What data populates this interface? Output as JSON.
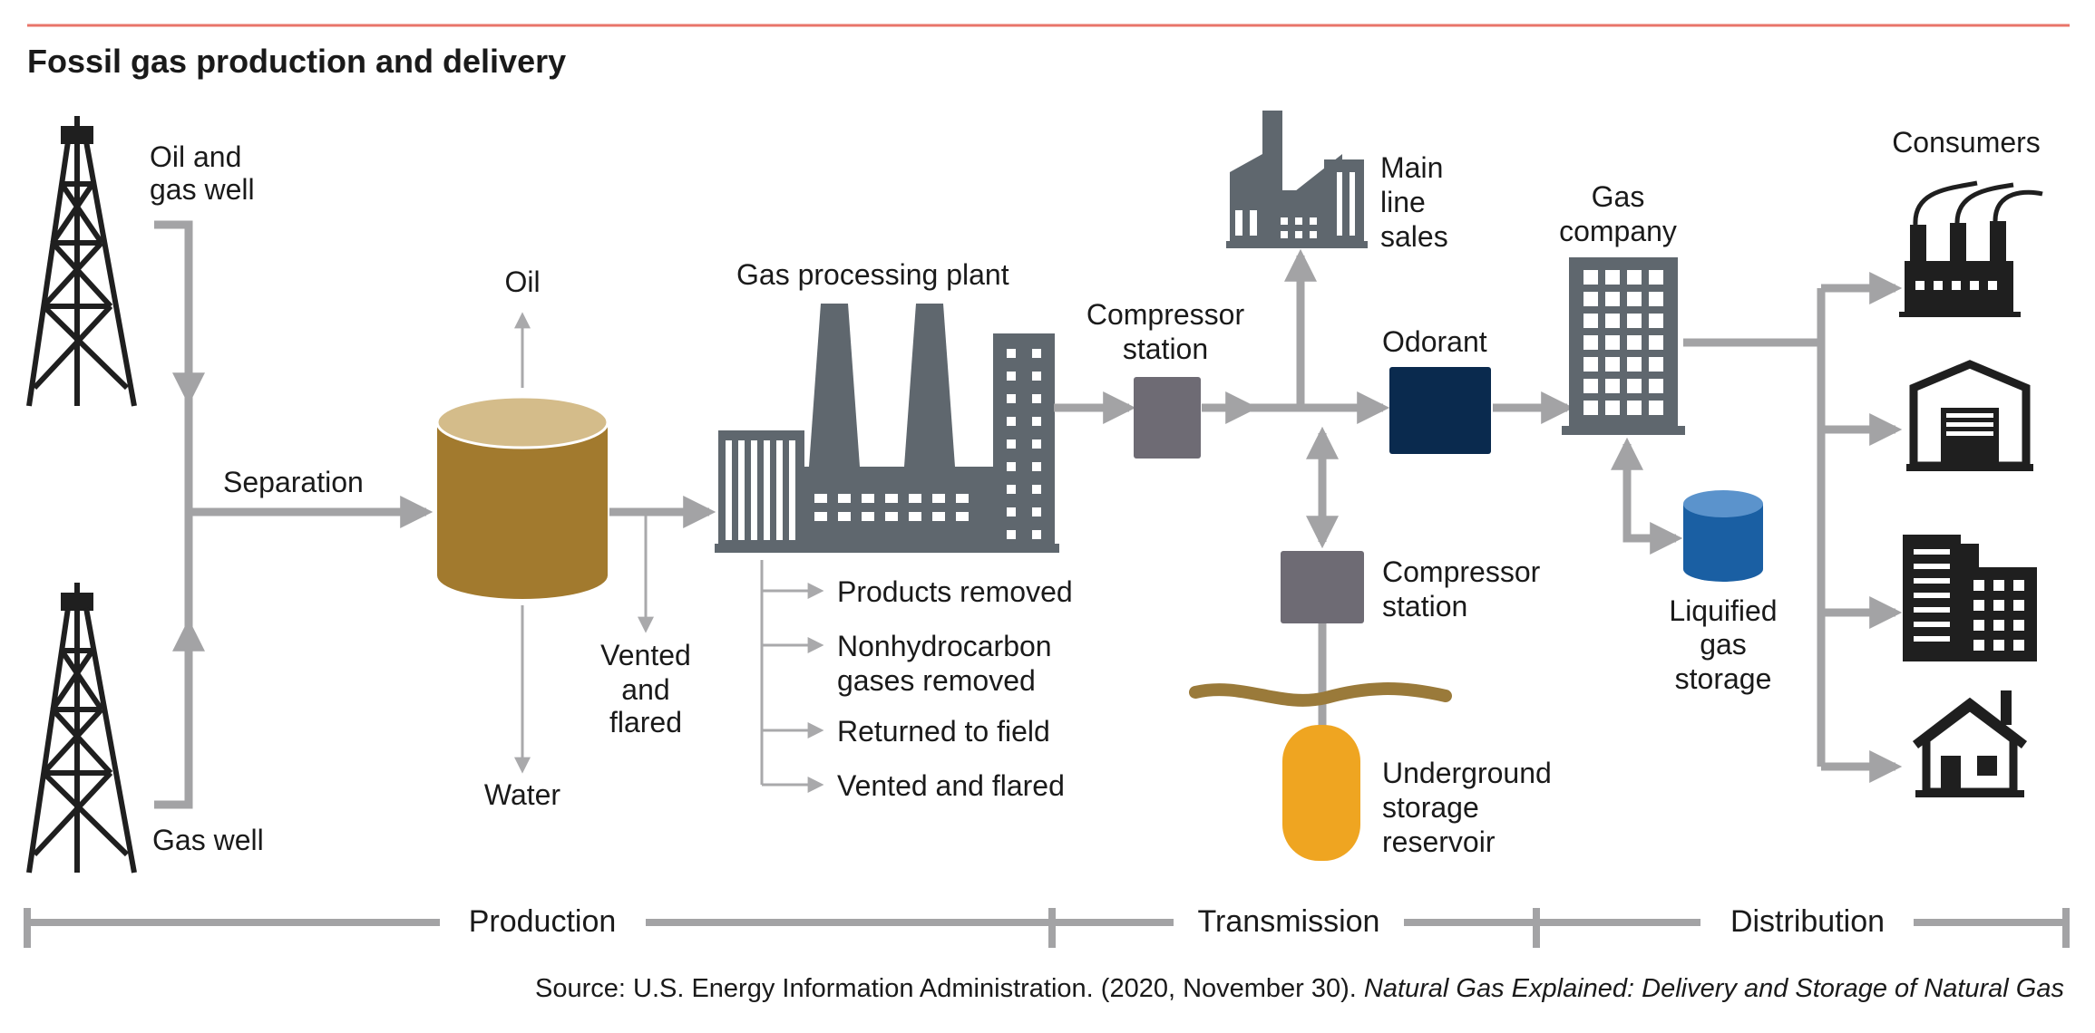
{
  "title": "Fossil gas production and delivery",
  "colors": {
    "accent_line": "#e8746a",
    "pipe": "#a3a3a5",
    "arrow_thin": "#a9a9ab",
    "icon_dark": "#1f1f1f",
    "plant": "#5f676e",
    "separator_top": "#d4bc8a",
    "separator_body": "#a27a2e",
    "compressor": "#6e6b74",
    "odorant": "#0a2a4e",
    "lng": "#1a5fa3",
    "lng_top": "#5b93cc",
    "underground": "#efa521",
    "ground_line": "#9a7a3a"
  },
  "labels": {
    "oil_gas_well": [
      "Oil and",
      "gas well"
    ],
    "gas_well": "Gas well",
    "separation": "Separation",
    "oil": "Oil",
    "water": "Water",
    "vented_flared": [
      "Vented",
      "and",
      "flared"
    ],
    "gas_processing_plant": "Gas processing plant",
    "products_removed": "Products removed",
    "nonhydrocarbon": [
      "Nonhydrocarbon",
      "gases removed"
    ],
    "returned_to_field": "Returned to field",
    "vented_and_flared": "Vented and flared",
    "compressor_station_1": [
      "Compressor",
      "station"
    ],
    "main_line_sales": [
      "Main",
      "line",
      "sales"
    ],
    "odorant": "Odorant",
    "compressor_station_2": [
      "Compressor",
      "station"
    ],
    "underground_storage": [
      "Underground",
      "storage",
      "reservoir"
    ],
    "gas_company": [
      "Gas",
      "company"
    ],
    "liquified_gas_storage": [
      "Liquified",
      "gas",
      "storage"
    ],
    "consumers": "Consumers"
  },
  "stages": [
    "Production",
    "Transmission",
    "Distribution"
  ],
  "source": {
    "prefix": "Source: U.S. Energy Information Administration. (2020, November 30).",
    "italic": "Natural Gas Explained: Delivery and Storage of Natural Gas"
  },
  "icons": {
    "wells": "oil-derrick-icon",
    "plant": "gas-processing-plant-icon",
    "main_line": "industrial-factory-icon",
    "gas_company": "office-building-icon",
    "consumer_industrial": "factory-icon",
    "consumer_commercial": "warehouse-icon",
    "consumer_apartment": "apartment-building-icon",
    "consumer_home": "house-icon"
  }
}
